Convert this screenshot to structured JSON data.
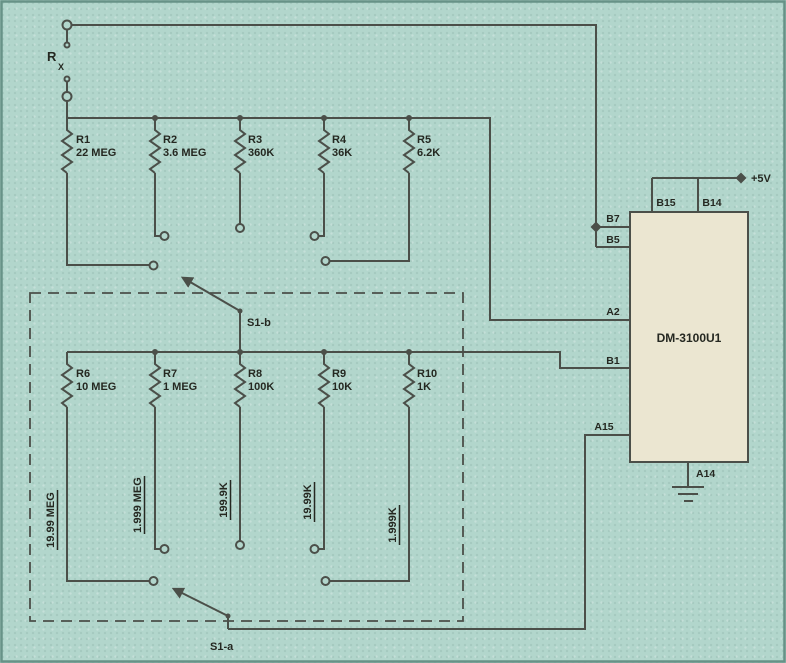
{
  "colors": {
    "background": "#b2d6cc",
    "line": "#4b4f49",
    "text": "#252821",
    "ic_fill": "#ebe6d1"
  },
  "rx": {
    "label": "R",
    "sub": "X"
  },
  "supply": {
    "label": "+5V"
  },
  "ic": {
    "name": "DM-3100U1",
    "b15": "B15",
    "b14": "B14",
    "b7": "B7",
    "b5": "B5",
    "a2": "A2",
    "b1": "B1",
    "a15": "A15",
    "a14": "A14"
  },
  "switch_b": {
    "label": "S1-b"
  },
  "switch_a": {
    "label": "S1-a"
  },
  "resistors": {
    "r1": {
      "ref": "R1",
      "value": "22 MEG"
    },
    "r2": {
      "ref": "R2",
      "value": "3.6 MEG"
    },
    "r3": {
      "ref": "R3",
      "value": "360K"
    },
    "r4": {
      "ref": "R4",
      "value": "36K"
    },
    "r5": {
      "ref": "R5",
      "value": "6.2K"
    },
    "r6": {
      "ref": "R6",
      "value": "10 MEG"
    },
    "r7": {
      "ref": "R7",
      "value": "1 MEG"
    },
    "r8": {
      "ref": "R8",
      "value": "100K"
    },
    "r9": {
      "ref": "R9",
      "value": "10K"
    },
    "r10": {
      "ref": "R10",
      "value": "1K"
    }
  },
  "ranges": {
    "r6": "19.99 MEG",
    "r7": "1.999 MEG",
    "r8": "199.9K",
    "r9": "19.99K",
    "r10": "1.999K"
  }
}
